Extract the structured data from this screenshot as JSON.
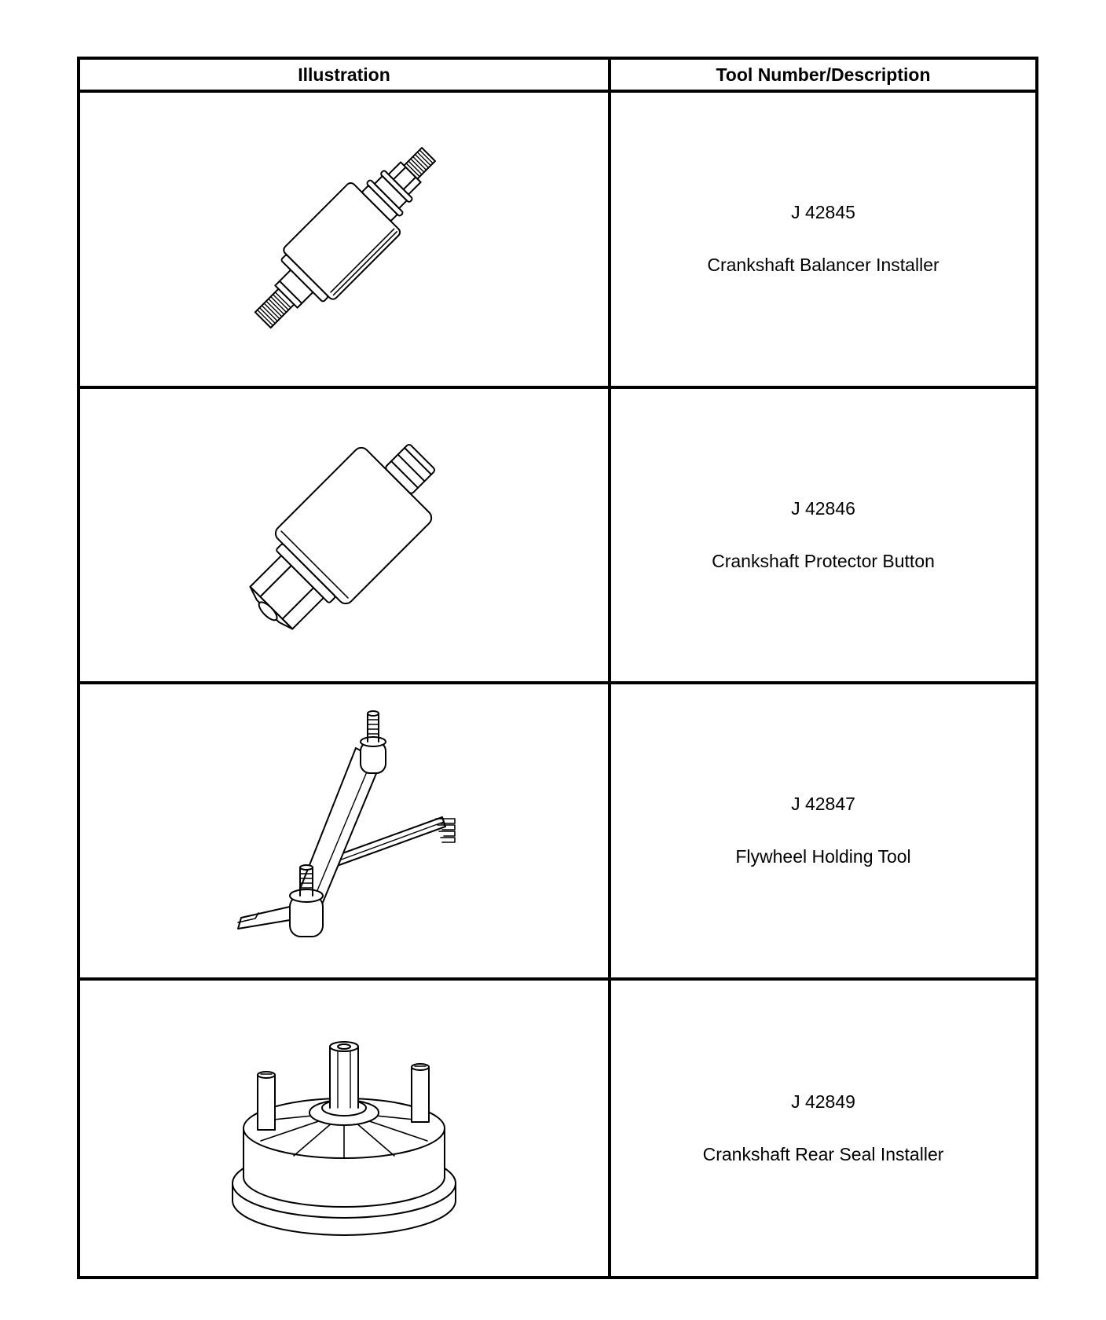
{
  "table": {
    "headers": {
      "illustration": "Illustration",
      "tool": "Tool Number/Description"
    },
    "rows": [
      {
        "tool_number": "J 42845",
        "description": "Crankshaft Balancer Installer",
        "icon": "balancer-installer-illustration"
      },
      {
        "tool_number": "J 42846",
        "description": "Crankshaft Protector Button",
        "icon": "protector-button-illustration"
      },
      {
        "tool_number": "J 42847",
        "description": "Flywheel Holding Tool",
        "icon": "flywheel-holding-tool-illustration"
      },
      {
        "tool_number": "J 42849",
        "description": "Crankshaft Rear Seal Installer",
        "icon": "rear-seal-installer-illustration"
      }
    ]
  },
  "colors": {
    "line": "#000000",
    "background": "#ffffff"
  }
}
